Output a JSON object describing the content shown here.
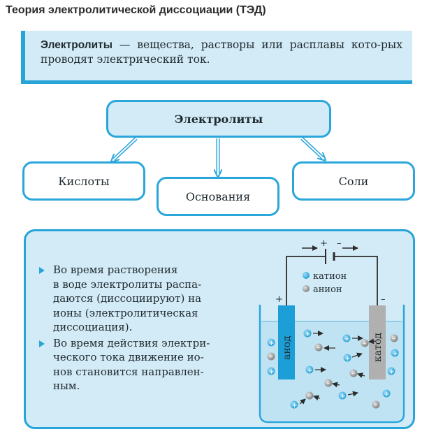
{
  "title": "Теория электролитической диссоциации (ТЭД)",
  "definition": {
    "term": "Электролиты",
    "text": " — вещества, растворы или расплавы кото-рых проводят электрический ток."
  },
  "diagram": {
    "top": "Электролиты",
    "children": [
      "Кислоты",
      "Основания",
      "Соли"
    ]
  },
  "bullets": [
    "Во время растворения\nв воде электролиты распа-\nдаются (диссоциируют) на\nионы (электролитическая\nдиссоциация).",
    "Во время действия электри-\nческого тока движение ио-\nнов становится направлен-\nным."
  ],
  "legend": {
    "cation": "катион",
    "anion": "анион"
  },
  "electrodes": {
    "anode": "анод",
    "cathode": "катод"
  },
  "battery": {
    "plus": "+",
    "minus": "–"
  },
  "electrode_signs": {
    "anode": "+",
    "cathode": "–"
  },
  "colors": {
    "accent": "#27a4d8",
    "light_bg": "#d3ebf6",
    "cation": "#1e9fd6",
    "anion": "#8a8a8a",
    "solution": "#bfe3f3"
  }
}
